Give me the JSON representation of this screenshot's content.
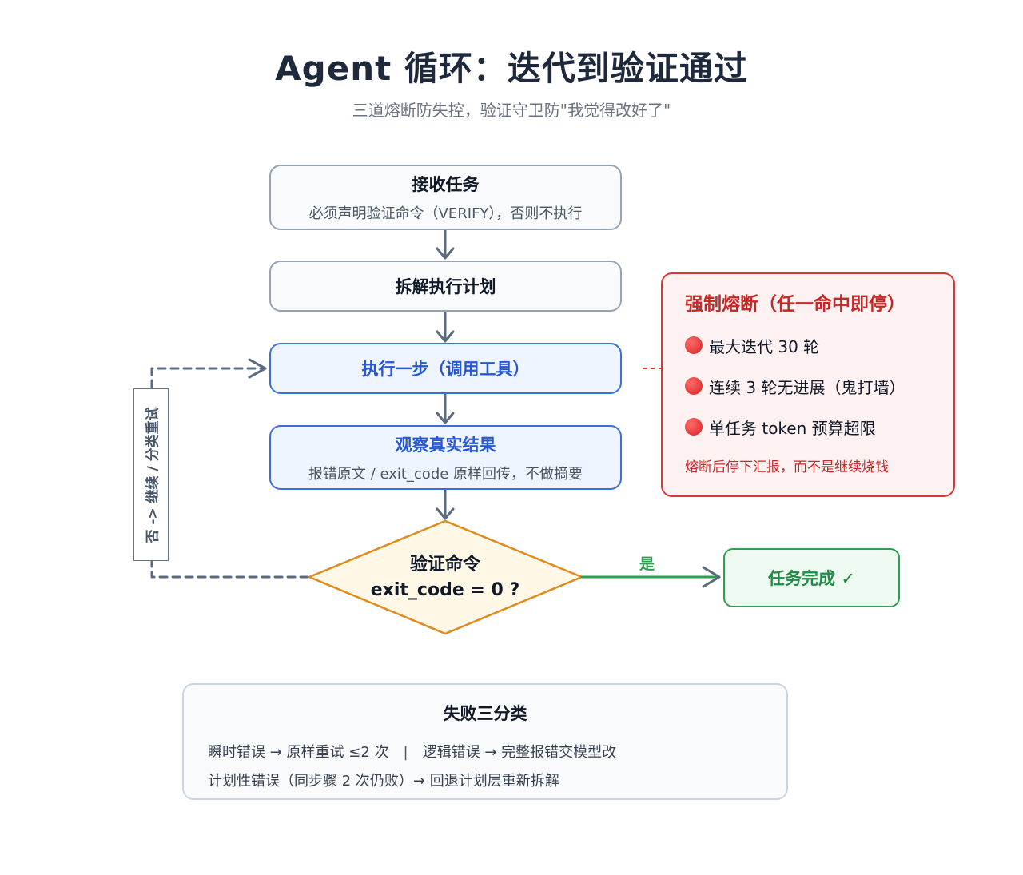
{
  "header": {
    "title": "Agent 循环：迭代到验证通过",
    "subtitle": "三道熔断防失控，验证守卫防\"我觉得改好了\""
  },
  "flow": {
    "step1": {
      "title": "接收任务",
      "sub": "必须声明验证命令（VERIFY），否则不执行"
    },
    "step2": {
      "title": "拆解执行计划"
    },
    "step3": {
      "title": "执行一步（调用工具）"
    },
    "step4": {
      "title": "观察真实结果",
      "sub": "报错原文 / exit_code 原样回传，不做摘要"
    },
    "decision": {
      "line1": "验证命令",
      "line2": "exit_code = 0 ?"
    },
    "yes_label": "是",
    "retry_label": "否 -> 继续 / 分类重试",
    "done": "任务完成 ✓"
  },
  "breaker": {
    "title": "强制熔断（任一命中即停）",
    "items": [
      "最大迭代 30 轮",
      "连续 3 轮无进展（鬼打墙）",
      "单任务 token 预算超限"
    ],
    "note": "熔断后停下汇报，而不是继续烧钱"
  },
  "failure": {
    "title": "失败三分类",
    "row1_left": "瞬时错误 → 原样重试 ≤2 次",
    "row1_sep": "|",
    "row1_right": "逻辑错误 → 完整报错交模型改",
    "row2": "计划性错误（同步骤 2 次仍败）→ 回退计划层重新拆解"
  },
  "colors": {
    "gray_border": "#94a3b8",
    "blue_border": "#3b6fe0",
    "diamond_border": "#e08a1e",
    "diamond_fill": "#fff8e6",
    "green": "#2e9e4f",
    "red": "#d93636",
    "arrow": "#5b6b82"
  }
}
